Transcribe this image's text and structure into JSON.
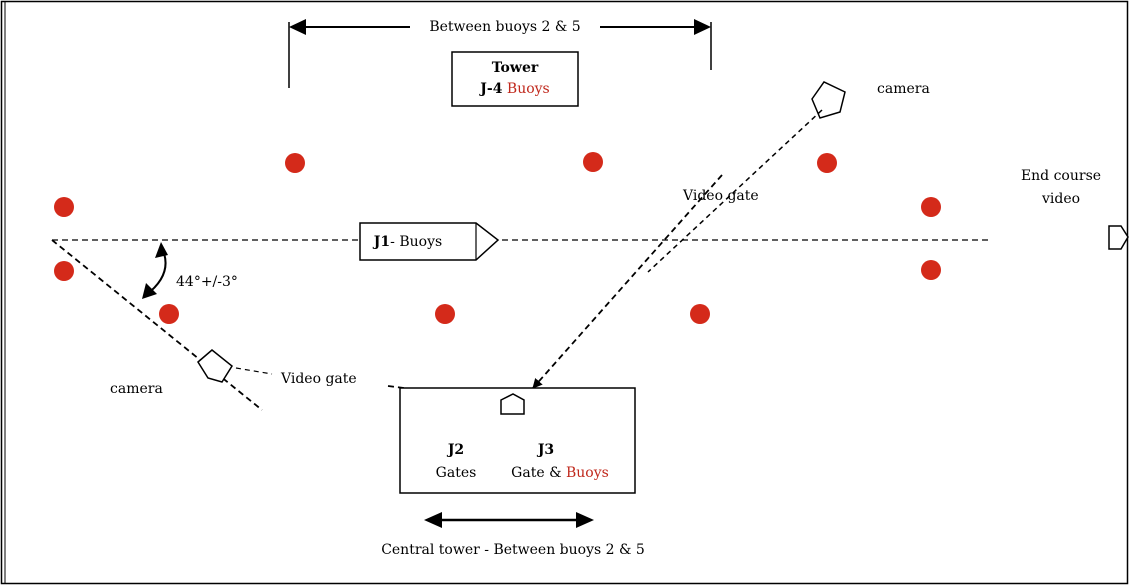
{
  "top_span": {
    "label": "Between  buoys 2 & 5"
  },
  "tower_box": {
    "title": "Tower",
    "judge": "J-4",
    "buoys": "Buoys"
  },
  "camera_top": {
    "label": "camera"
  },
  "video_gate_top": {
    "label": "Video gate"
  },
  "end_course": {
    "line1": "End course",
    "line2": "video"
  },
  "j1_boat": {
    "judge": "J1",
    "label": "- Buoys"
  },
  "angle": {
    "label": "44°+/-3°"
  },
  "camera_left": {
    "label": "camera"
  },
  "video_gate_left": {
    "label": "Video gate"
  },
  "central_box": {
    "j2": {
      "judge": "J2",
      "label": "Gates"
    },
    "j3": {
      "judge": "J3",
      "label_prefix": "Gate & ",
      "label_red": "Buoys"
    }
  },
  "bottom_span": {
    "label": "Central tower - Between buoys 2 & 5"
  },
  "colors": {
    "buoy": "#d42a1a",
    "accent_text": "#c0281c",
    "line": "#000000"
  }
}
